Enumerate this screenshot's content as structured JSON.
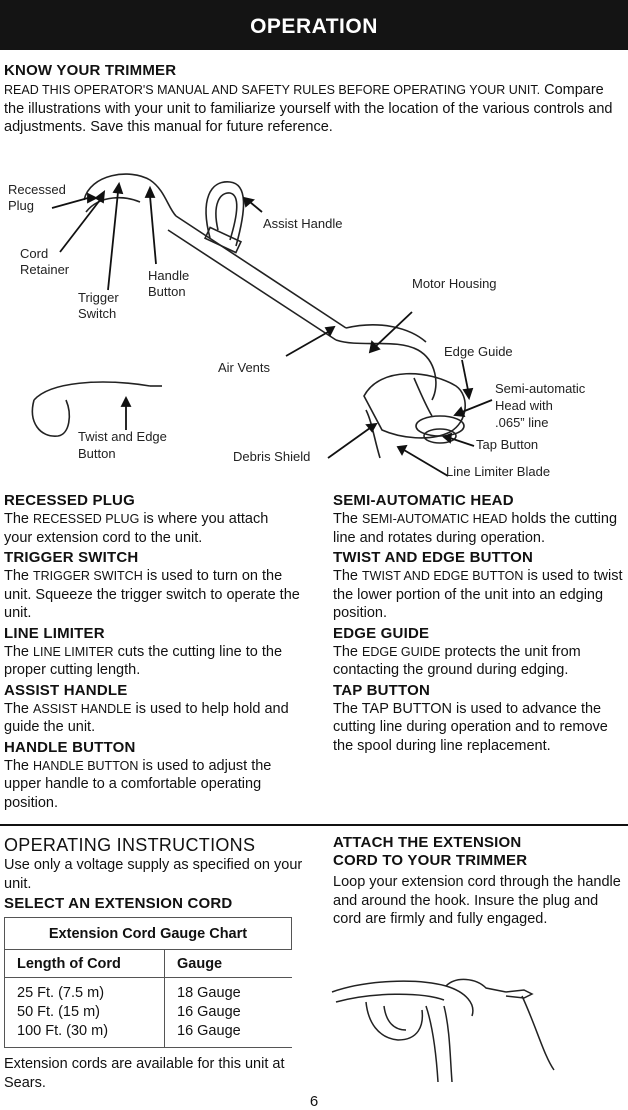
{
  "header": {
    "title": "OPERATION"
  },
  "intro": {
    "heading": "KNOW YOUR TRIMMER",
    "lead_caps": "READ THIS OPERATOR'S MANUAL AND SAFETY RULES BEFORE OPERATING YOUR UNIT.",
    "body": " Compare the illustrations with your unit to familiarize yourself with the location of the various controls and adjustments. Save this manual for future reference."
  },
  "figure": {
    "labels": {
      "recessed_plug": "Recessed\nPlug",
      "assist_handle": "Assist Handle",
      "cord_retainer": "Cord\nRetainer",
      "handle_button": "Handle\nButton",
      "trigger_switch": "Trigger\nSwitch",
      "motor_housing": "Motor Housing",
      "air_vents": "Air Vents",
      "edge_guide": "Edge Guide",
      "semi_auto_head": "Semi-automatic\nHead with\n.065” line",
      "twist_edge_button": "Twist and Edge\nButton",
      "tap_button": "Tap Button",
      "debris_shield": "Debris Shield",
      "line_limiter_blade": "Line Limiter Blade"
    }
  },
  "left_sections": [
    {
      "heading": "RECESSED PLUG",
      "pre": "The ",
      "caps": "RECESSED PLUG",
      "post": " is where you attach your extension cord to the unit."
    },
    {
      "heading": "TRIGGER SWITCH",
      "pre": "The ",
      "caps": "TRIGGER SWITCH",
      "post": " is used to turn on the unit. Squeeze the trigger switch to operate the unit."
    },
    {
      "heading": "LINE LIMITER",
      "pre": "The ",
      "caps": "LINE LIMITER",
      "post": " cuts the cutting line to the proper cutting length."
    },
    {
      "heading": "ASSIST HANDLE",
      "pre": "The ",
      "caps": "ASSIST HANDLE",
      "post": " is used to help hold and guide the unit."
    },
    {
      "heading": "HANDLE BUTTON",
      "pre": "The ",
      "caps": "HANDLE BUTTON",
      "post": " is used to adjust the upper handle to a comfortable operating position."
    }
  ],
  "right_sections": [
    {
      "heading": "SEMI-AUTOMATIC HEAD",
      "pre": "The ",
      "caps": "SEMI-AUTOMATIC HEAD",
      "post": " holds the cutting line and rotates during operation."
    },
    {
      "heading": "TWIST AND EDGE BUTTON",
      "pre": "The ",
      "caps": "TWIST AND EDGE BUTTON",
      "post": " is used to twist the lower portion of the unit into an edging position."
    },
    {
      "heading": "EDGE GUIDE",
      "pre": "The ",
      "caps": "EDGE GUIDE",
      "post": " protects the unit from contacting the ground during edging."
    },
    {
      "heading": "TAP BUTTON",
      "pre": "",
      "caps": "",
      "post": "The TAP BUTTON is used to advance the cutting line during operation and to remove the spool during line replacement."
    }
  ],
  "operating": {
    "heading": "OPERATING INSTRUCTIONS",
    "text": "Use only a voltage supply as specified on your unit.",
    "select_heading": "SELECT AN EXTENSION CORD",
    "table": {
      "title": "Extension Cord Gauge Chart",
      "headers": [
        "Length of Cord",
        "Gauge"
      ],
      "rows": [
        [
          "25 Ft. (7.5 m)",
          "18 Gauge"
        ],
        [
          "50 Ft. (15 m)",
          "16 Gauge"
        ],
        [
          "100 Ft. (30 m)",
          "16 Gauge"
        ]
      ]
    },
    "note": "Extension cords are available for this unit at Sears."
  },
  "attach": {
    "heading_line1": "ATTACH THE EXTENSION",
    "heading_line2": "CORD TO YOUR TRIMMER",
    "text": "Loop your extension cord through the handle and around the hook. Insure the plug and cord are firmly and fully engaged."
  },
  "footer": {
    "page_number": "6"
  }
}
